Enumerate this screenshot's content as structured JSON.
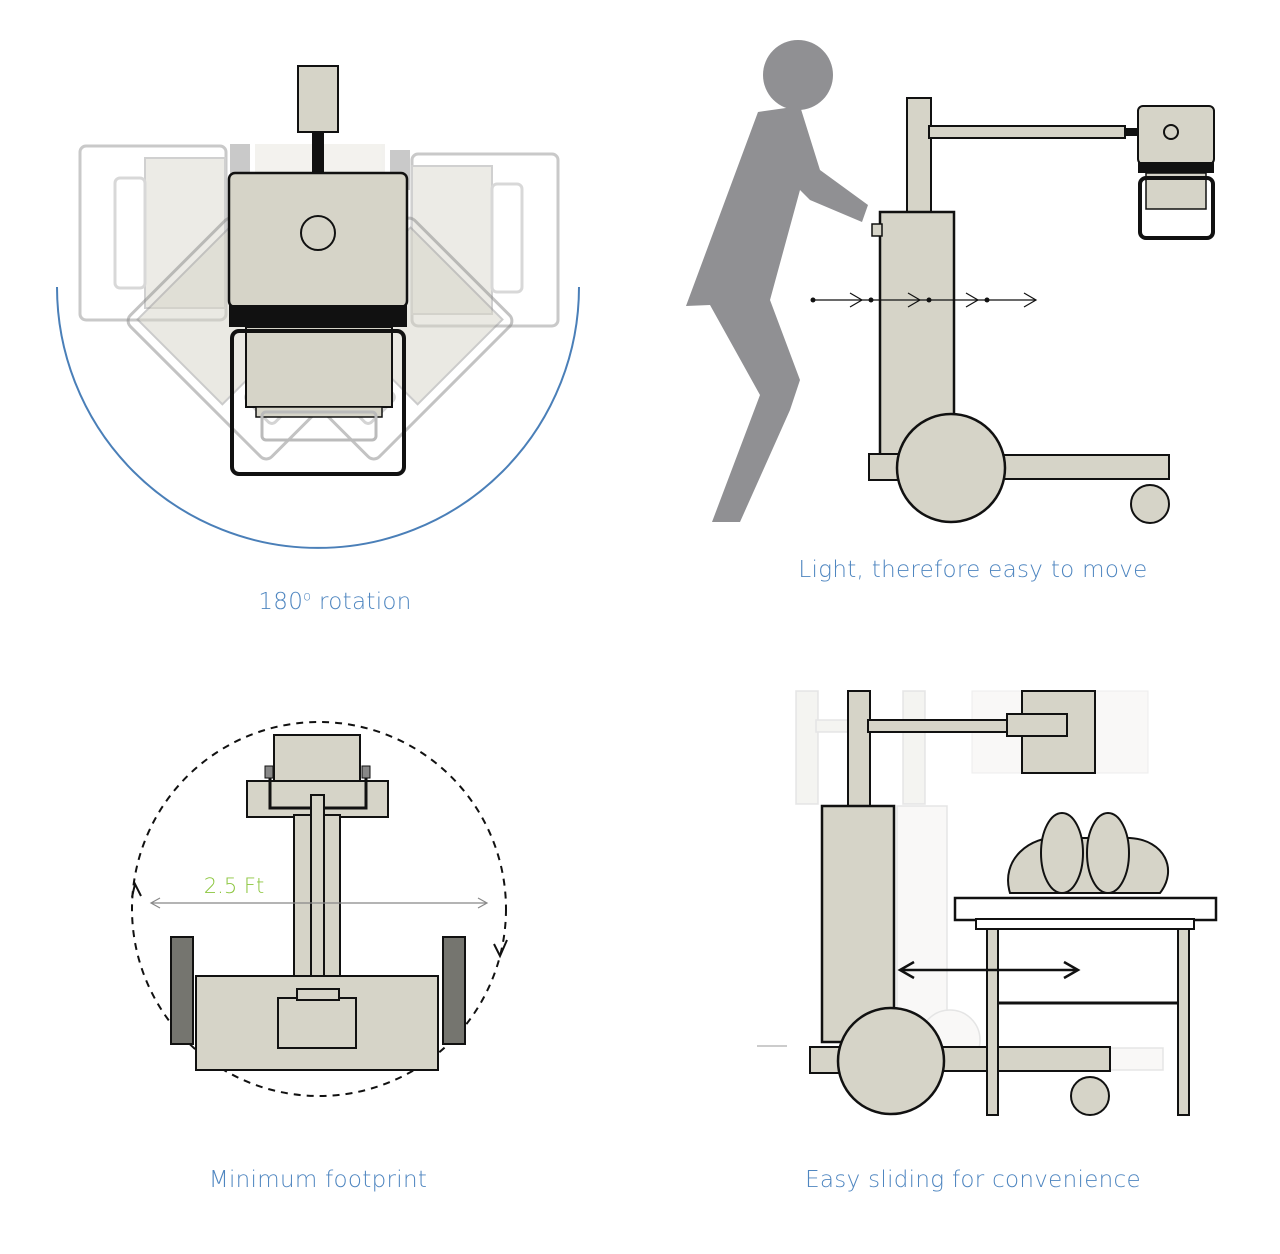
{
  "panels": {
    "rotation": {
      "caption": "180",
      "degree_mark": "o",
      "caption_rest": " rotation"
    },
    "light": {
      "caption": "Light, therefore easy to move"
    },
    "footprint": {
      "caption": "Minimum footprint",
      "dimension_label": "2.5 Ft"
    },
    "sliding": {
      "caption": "Easy sliding for convenience"
    }
  },
  "colors": {
    "caption": "#4f86c0",
    "arc": "#4a7fb8",
    "dimension": "#8cc63f",
    "machine_fill": "#d6d4c8",
    "person": "#909093",
    "wheel_pad": "#75756f"
  }
}
